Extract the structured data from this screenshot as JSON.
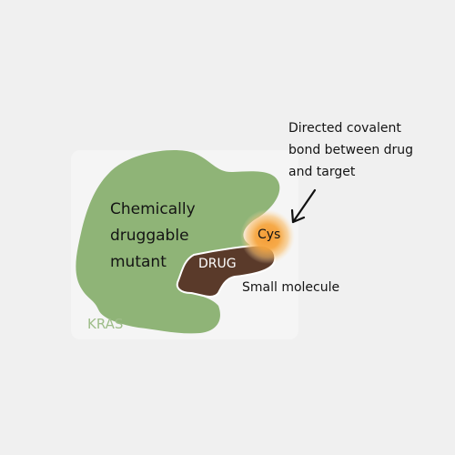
{
  "colors": {
    "background": "#f0f0f0",
    "panel": "#f5f5f5",
    "protein": "#8fb477",
    "kras_text": "#9ebd89",
    "drug": "#5a3a2a",
    "cys_glow": "#f6a13a",
    "text": "#141414"
  },
  "protein": {
    "label_lines": [
      "Chemically",
      "druggable",
      "mutant"
    ],
    "name": "KRAS"
  },
  "residue": {
    "label": "Cys"
  },
  "drug": {
    "label": "DRUG"
  },
  "annotations": {
    "small_molecule": "Small molecule",
    "covalent_lines": [
      "Directed covalent",
      "bond between drug",
      "and target"
    ],
    "arrow_icon": "arrow-down-left-icon"
  }
}
